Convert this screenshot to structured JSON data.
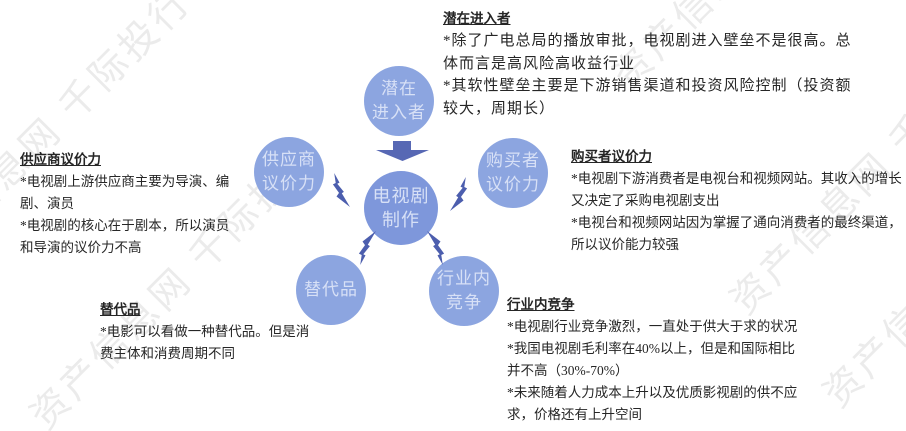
{
  "watermark": {
    "text": "资产信息网 千际投行"
  },
  "colors": {
    "outer_circle_fill": "#8CA5E0",
    "center_circle_fill": "#7E97DB",
    "circle_text": "#D7E0F6",
    "bolt_arrow_fill": "#4C5EAE",
    "block_arrow_fill": "#5768B4",
    "body_text": "#262626",
    "watermark_gray": "#EAEAEA"
  },
  "diagram": {
    "center": {
      "line1": "电视剧",
      "line2": "制作"
    },
    "potential": {
      "line1": "潜在",
      "line2": "进入者"
    },
    "supplier": {
      "line1": "供应商",
      "line2": "议价力"
    },
    "buyer": {
      "line1": "购买者",
      "line2": "议价力"
    },
    "substitute": {
      "line1": "替代品"
    },
    "rivalry": {
      "line1": "行业内",
      "line2": "竞争"
    }
  },
  "notes": {
    "potential": {
      "heading": "潜在进入者",
      "bullets": [
        "*除了广电总局的播放审批，电视剧进入壁垒不是很高。总体而言是高风险高收益行业",
        "*其软性壁垒主要是下游销售渠道和投资风险控制（投资额较大，周期长）"
      ]
    },
    "supplier": {
      "heading": "供应商议价力",
      "bullets": [
        "*电视剧上游供应商主要为导演、编剧、演员",
        "*电视剧的核心在于剧本，所以演员和导演的议价力不高"
      ]
    },
    "buyer": {
      "heading": "购买者议价力",
      "bullets": [
        "*电视剧下游消费者是电视台和视频网站。其收入的增长又决定了采购电视剧支出",
        "*电视台和视频网站因为掌握了通向消费者的最终渠道，所以议价能力较强"
      ]
    },
    "substitute": {
      "heading": "替代品",
      "bullets": [
        "*电影可以看做一种替代品。但是消费主体和消费周期不同"
      ]
    },
    "rivalry": {
      "heading": "行业内竞争",
      "bullets": [
        "*电视剧行业竞争激烈，一直处于供大于求的状况",
        "*我国电视剧毛利率在40%以上，但是和国际相比并不高（30%-70%）",
        "*未来随着人力成本上升以及优质影视剧的供不应求，价格还有上升空间"
      ]
    }
  }
}
